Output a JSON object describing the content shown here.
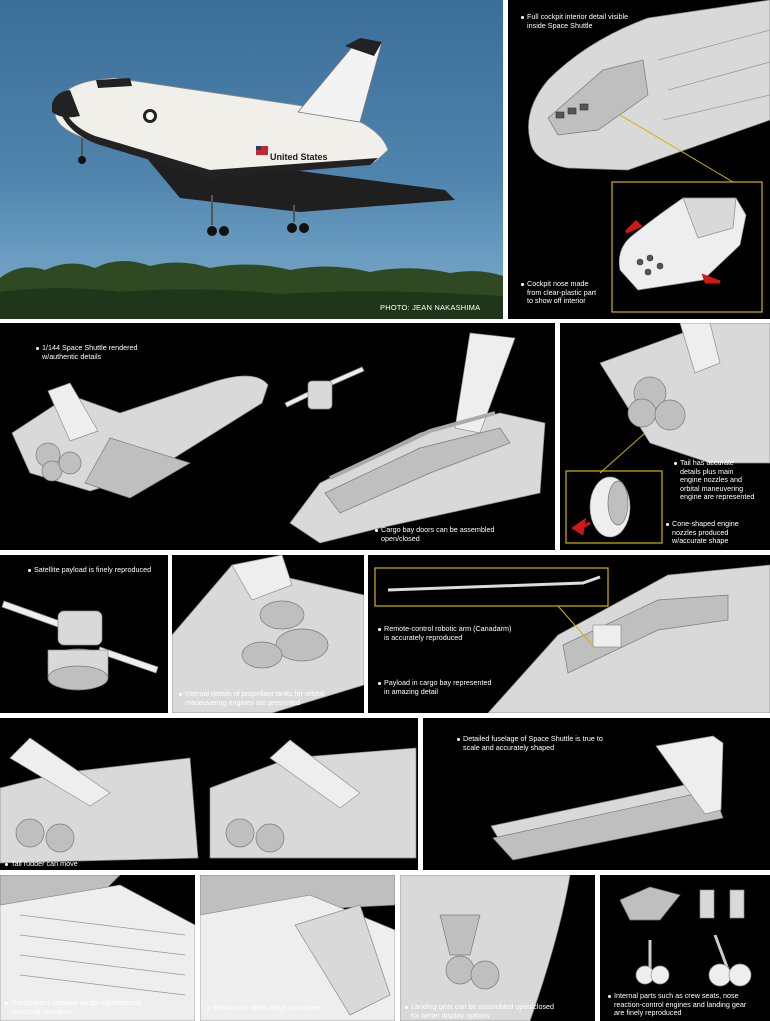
{
  "colors": {
    "background": "#000000",
    "border": "#ffffff",
    "callout": "#d4b400",
    "arrow": "#d01818"
  },
  "photo": {
    "credit": "PHOTO: JEAN NAKASHIMA",
    "decal": "United States"
  },
  "captions": {
    "cockpit_interior": "Full cockpit interior detail visible\ninside Space Shuttle",
    "cockpit_nose": "Cockpit nose made\nfrom clear-plastic part\nto show off interior",
    "scale": "1/144 Space Shuttle rendered\nw/authentic details",
    "cargo_doors": "Cargo bay doors can be assembled\nopen/closed",
    "tail": "Tail has accurate\ndetails plus main\nengine nozzles and\norbital maneuvering\nengine are represented",
    "nozzles": "Cone-shaped engine\nnozzles produced\nw/accurate shape",
    "satellite": "Satellite payload is finely reproduced",
    "tanks": "Internal details of propellant tanks for orbital\nmaneuvering engines are presented",
    "canadarm": "Remote-control robotic arm (Canadarm)\nis accurately reproduced",
    "payload": "Payload in cargo bay represented\nin amazing detail",
    "fuselage": "Detailed fuselage of Space Shuttle is true to\nscale and accurately shaped",
    "rudder": "Tail rudder can move",
    "wings": "Transparent cutaway wings w/preformed\nstructural members",
    "elevons": "Elevons on delta wings can move",
    "gear": "Landing gear can be assembled open/closed\nfor better display options",
    "internal": "Internal parts such as crew seats, nose\nreaction-control engines and landing gear\nare finely reproduced"
  }
}
